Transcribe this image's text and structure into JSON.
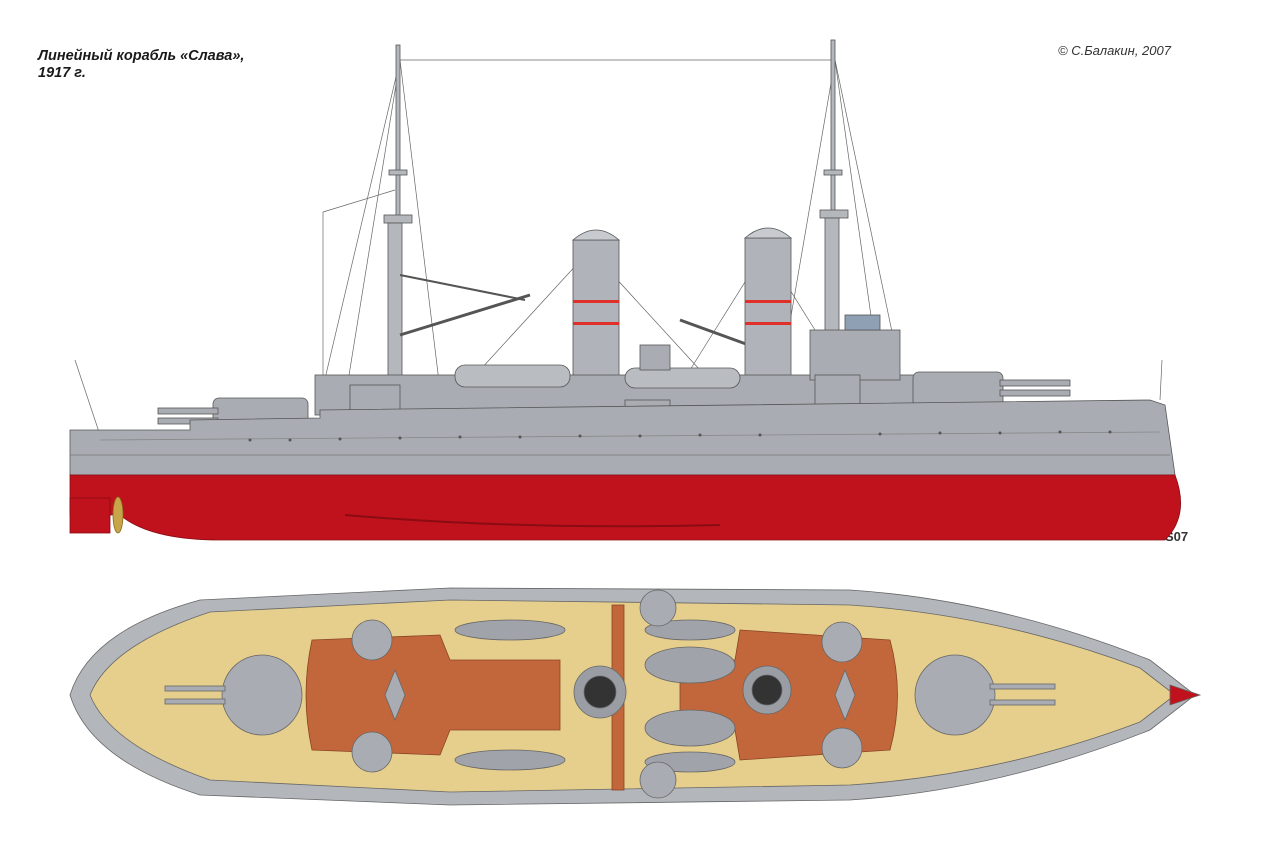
{
  "caption": {
    "title_line1": "Линейный корабль «Слава»,",
    "title_line2": "1917 г.",
    "credit": "© С.Балакин, 2007",
    "mark": "S07"
  },
  "colors": {
    "hull_grey": "#a9adb3",
    "underwater_red": "#c0121c",
    "deck_yellow": "#e6cf8c",
    "superstructure_orange": "#c2673c",
    "funnel_band": "#e0302a"
  }
}
